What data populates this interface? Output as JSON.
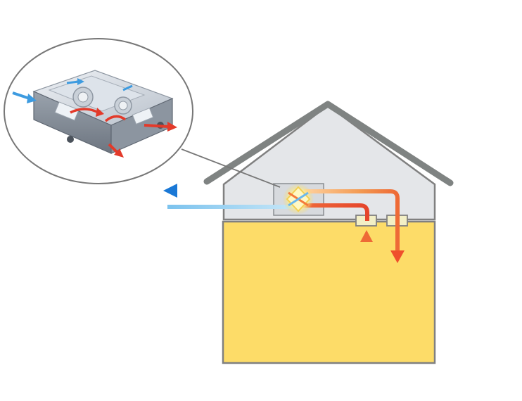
{
  "diagram": {
    "subject": "house-heat-recovery-ventilation",
    "colors": {
      "background": "#ffffff",
      "roof": "#7f8382",
      "attic_fill": "#e4e6e9",
      "living_fill": "#fddc68",
      "wall_stroke": "#808080",
      "callout_stroke": "#777777",
      "unit_box_fill": "#d7dade",
      "register_fill": "#f3efc5",
      "cold_air_start": "#1a78d6",
      "cold_air_end": "#a9d8f2",
      "warm_air_start": "#ffc48d",
      "warm_air_end": "#f0502a",
      "exchanger_glow": "#fff4a8"
    },
    "flows": [
      {
        "name": "outside-air-intake",
        "color_key": "cold"
      },
      {
        "name": "exhaust-to-outside",
        "color_key": "cold"
      },
      {
        "name": "supply-to-living-space",
        "color_key": "warm"
      },
      {
        "name": "extract-from-living-space",
        "color_key": "warm"
      }
    ],
    "inset": {
      "shows": "ventilation-unit-cutaway",
      "arrow_colors": [
        "#e33a2a",
        "#3d9be0"
      ]
    }
  }
}
